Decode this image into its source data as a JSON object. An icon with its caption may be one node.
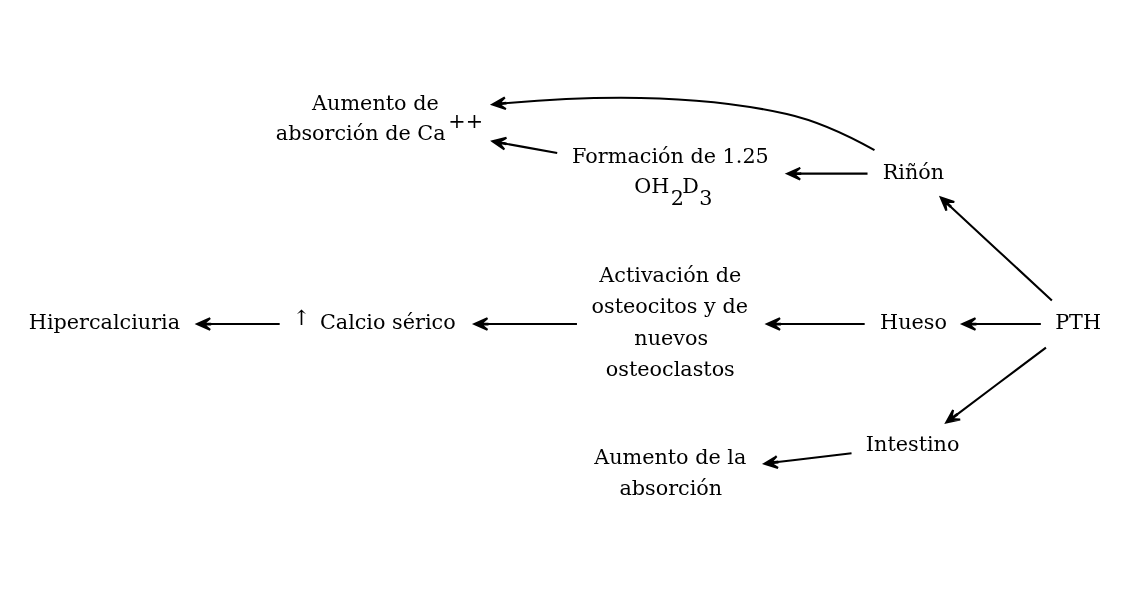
{
  "diagram": {
    "nodes": [
      {
        "text": [
          "Aumento de absorción de Ca$^{++}$"
        ]
      },
      {
        "text": [
          "Riñón"
        ]
      },
      {
        "text": [
          "Formación de 1.25 OH$_{2}$D$_{3}$"
        ]
      },
      {
        "text": [
          "Hipercalciuria"
        ]
      },
      {
        "text": [
          "Calcio sérico"
        ],
        "beside": [
          "↑"
        ]
      },
      {
        "text": [
          "Activación de osteocitos y de nuevos osteoclastos"
        ]
      },
      {
        "text": [
          "Hueso"
        ]
      },
      {
        "text": [
          "PTH"
        ]
      },
      {
        "text": [
          "Aumento de la absorción"
        ]
      },
      {
        "text": [
          "Intestino"
        ]
      }
    ],
    "edges": [
      {
        "from": 1,
        "to": 0,
        "arrow": "to"
      },
      {
        "from": 2,
        "to": 0,
        "arrow": "to"
      },
      {
        "from": 1,
        "to": 2,
        "arrow": "to"
      },
      {
        "from": 7,
        "to": 1,
        "arrow": "to"
      },
      {
        "from": 7,
        "to": 6,
        "arrow": "to"
      },
      {
        "from": 6,
        "to": 5,
        "arrow": "to"
      },
      {
        "from": 5,
        "to": 4,
        "arrow": "to"
      },
      {
        "from": 4,
        "to": 3,
        "arrow": "to"
      },
      {
        "from": 7,
        "to": 9,
        "arrow": "to"
      },
      {
        "from": 9,
        "to": 8,
        "arrow": "to"
      }
    ]
  }
}
